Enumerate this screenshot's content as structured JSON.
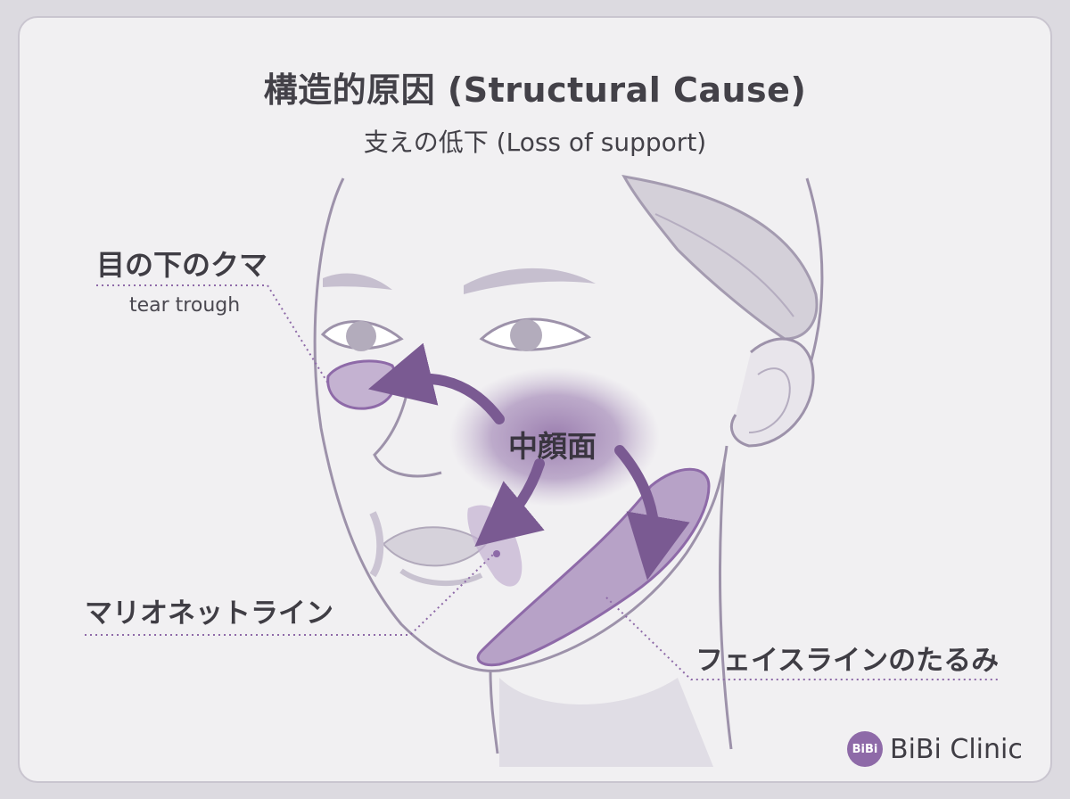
{
  "title": "構造的原因 (Structural Cause)",
  "subtitle": "支えの低下 (Loss of support)",
  "labels": {
    "tear_trough_jp": "目の下のクマ",
    "tear_trough_en": "tear trough",
    "midface": "中顔面",
    "marionette": "マリオネットライン",
    "jawline": "フェイスラインのたるみ"
  },
  "brand": {
    "logo": "BiBi",
    "name": "BiBi Clinic"
  },
  "colors": {
    "accent": "#8e6aa8",
    "highlight": "#a98fbc",
    "line": "#a49bb0",
    "card": "#f1f0f2"
  }
}
